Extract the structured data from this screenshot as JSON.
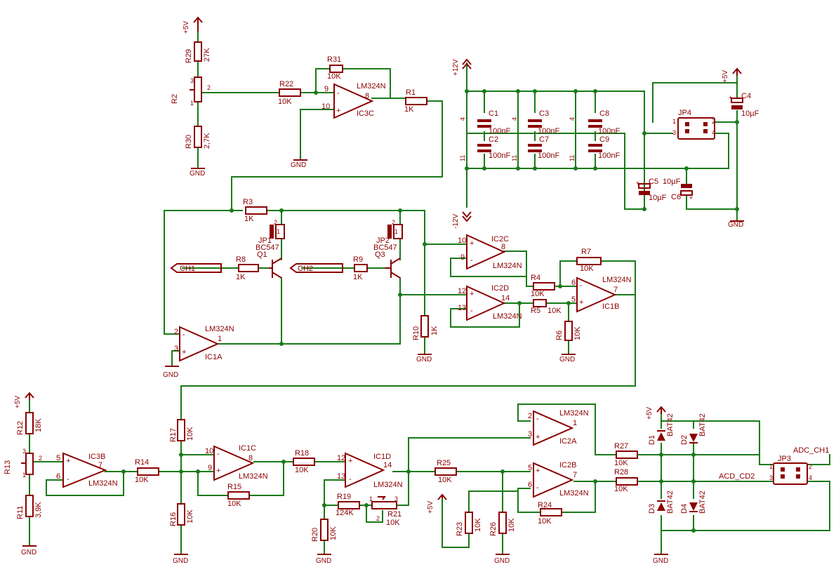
{
  "colors": {
    "wire": "#1a7a1a",
    "component": "#8b0000",
    "background": "#ffffff"
  },
  "supplies": {
    "vcc": "+5V",
    "vpos": "+12V",
    "vneg": "-12V",
    "gnd": "GND"
  },
  "ports": {
    "ch1": "CH1",
    "ch2": "CH2",
    "adc_ch1": "ADC_CH1",
    "acd_cd2": "ACD_CD2"
  },
  "opamps": {
    "ic3c": {
      "name": "IC3C",
      "part": "LM324N"
    },
    "ic1a": {
      "name": "IC1A",
      "part": "LM324N"
    },
    "ic2c": {
      "name": "IC2C",
      "part": "LM324N"
    },
    "ic2d": {
      "name": "IC2D",
      "part": "LM324N"
    },
    "ic1b": {
      "name": "IC1B",
      "part": "LM324N"
    },
    "ic3b": {
      "name": "IC3B",
      "part": "LM324N"
    },
    "ic1c": {
      "name": "IC1C",
      "part": "LM324N"
    },
    "ic1d": {
      "name": "IC1D",
      "part": "LM324N"
    },
    "ic2a": {
      "name": "IC2A",
      "part": "LM324N"
    },
    "ic2b": {
      "name": "IC2B",
      "part": "LM324N"
    }
  },
  "resistors": {
    "r1": {
      "name": "R1",
      "value": "1K"
    },
    "r2": {
      "name": "R2"
    },
    "r3": {
      "name": "R3",
      "value": "1K"
    },
    "r4": {
      "name": "R4",
      "value": "10K"
    },
    "r5": {
      "name": "R5",
      "value": "10K"
    },
    "r6": {
      "name": "R6",
      "value": "10K"
    },
    "r7": {
      "name": "R7",
      "value": "10K"
    },
    "r8": {
      "name": "R8",
      "value": "1K"
    },
    "r9": {
      "name": "R9",
      "value": "1K"
    },
    "r10": {
      "name": "R10",
      "value": "1K"
    },
    "r11": {
      "name": "R11",
      "value": "3,9K"
    },
    "r12": {
      "name": "R12",
      "value": "18K"
    },
    "r13": {
      "name": "R13"
    },
    "r14": {
      "name": "R14",
      "value": "10K"
    },
    "r15": {
      "name": "R15",
      "value": "10K"
    },
    "r16": {
      "name": "R16",
      "value": "10K"
    },
    "r17": {
      "name": "R17",
      "value": "10K"
    },
    "r18": {
      "name": "R18",
      "value": "10K"
    },
    "r19": {
      "name": "R19",
      "value": "124K"
    },
    "r20": {
      "name": "R20",
      "value": "10K"
    },
    "r21": {
      "name": "R21",
      "value": "10K"
    },
    "r22": {
      "name": "R22",
      "value": "10K"
    },
    "r23": {
      "name": "R23",
      "value": "10K"
    },
    "r24": {
      "name": "R24",
      "value": "10K"
    },
    "r25": {
      "name": "R25",
      "value": "10K"
    },
    "r26": {
      "name": "R26",
      "value": "10K"
    },
    "r27": {
      "name": "R27",
      "value": "10K"
    },
    "r28": {
      "name": "R28",
      "value": "10K"
    },
    "r29": {
      "name": "R29",
      "value": "27K"
    },
    "r30": {
      "name": "R30",
      "value": "2,7K"
    },
    "r31": {
      "name": "R31",
      "value": "10K"
    }
  },
  "capacitors": {
    "c1": {
      "name": "C1",
      "value": "100nF"
    },
    "c2": {
      "name": "C2",
      "value": "100nF"
    },
    "c3": {
      "name": "C3",
      "value": "100nF"
    },
    "c4": {
      "name": "C4",
      "value": "10µF"
    },
    "c5": {
      "name": "C5",
      "value": "10µF"
    },
    "c6": {
      "name": "C6",
      "value": "10µF"
    },
    "c7": {
      "name": "C7",
      "value": "100nF"
    },
    "c8": {
      "name": "C8",
      "value": "100nF"
    },
    "c9": {
      "name": "C9",
      "value": "100nF"
    }
  },
  "transistors": {
    "q1": {
      "name": "Q1",
      "part": "BC547"
    },
    "q3": {
      "name": "Q3",
      "part": "BC547"
    }
  },
  "diodes": {
    "d1": {
      "name": "D1",
      "part": "BAT42"
    },
    "d2": {
      "name": "D2",
      "part": "BAT42"
    },
    "d3": {
      "name": "D3",
      "part": "BAT42"
    },
    "d4": {
      "name": "D4",
      "part": "BAT42"
    }
  },
  "jumpers": {
    "jp1": "JP1",
    "jp2": "JP2",
    "jp3": "JP3",
    "jp4": "JP4"
  },
  "pins": {
    "p1": "1",
    "p2": "2",
    "p3": "3",
    "p4": "4",
    "p5": "5",
    "p6": "6",
    "p7": "7",
    "p8": "8",
    "p9": "9",
    "p10": "10",
    "p11": "11",
    "p12": "12",
    "p13": "13",
    "p14": "14"
  }
}
